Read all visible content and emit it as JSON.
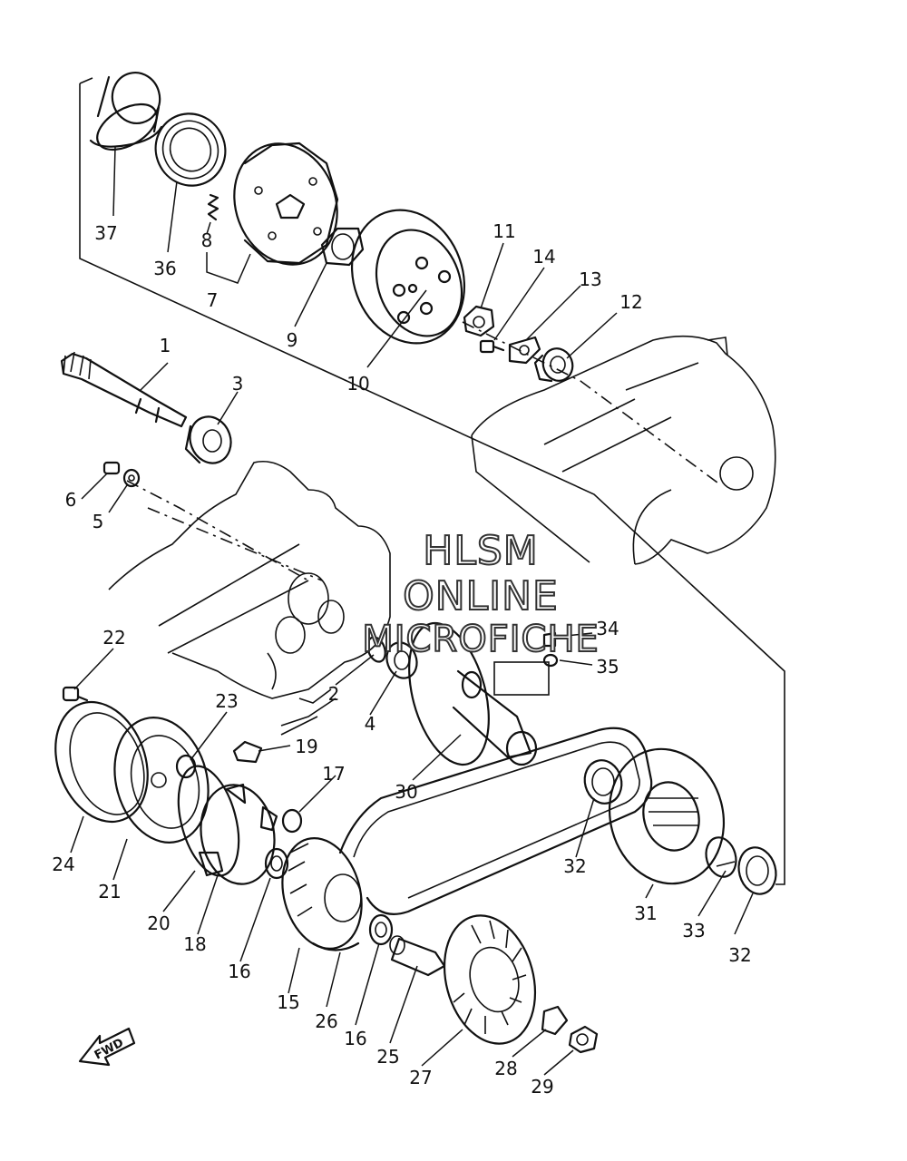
{
  "watermark": {
    "line1": "HLSM",
    "line2": "ONLINE",
    "line3": "MICROFICHE"
  },
  "fwd_label": "FWD",
  "callouts": [
    {
      "id": "1",
      "label": "1"
    },
    {
      "id": "2",
      "label": "2"
    },
    {
      "id": "3",
      "label": "3"
    },
    {
      "id": "4",
      "label": "4"
    },
    {
      "id": "5",
      "label": "5"
    },
    {
      "id": "6",
      "label": "6"
    },
    {
      "id": "7",
      "label": "7"
    },
    {
      "id": "8",
      "label": "8"
    },
    {
      "id": "9",
      "label": "9"
    },
    {
      "id": "10",
      "label": "10"
    },
    {
      "id": "11",
      "label": "11"
    },
    {
      "id": "12",
      "label": "12"
    },
    {
      "id": "13",
      "label": "13"
    },
    {
      "id": "14",
      "label": "14"
    },
    {
      "id": "15",
      "label": "15"
    },
    {
      "id": "16a",
      "label": "16"
    },
    {
      "id": "16b",
      "label": "16"
    },
    {
      "id": "17",
      "label": "17"
    },
    {
      "id": "18",
      "label": "18"
    },
    {
      "id": "19",
      "label": "19"
    },
    {
      "id": "20",
      "label": "20"
    },
    {
      "id": "21",
      "label": "21"
    },
    {
      "id": "22",
      "label": "22"
    },
    {
      "id": "23",
      "label": "23"
    },
    {
      "id": "24",
      "label": "24"
    },
    {
      "id": "25",
      "label": "25"
    },
    {
      "id": "26",
      "label": "26"
    },
    {
      "id": "27",
      "label": "27"
    },
    {
      "id": "28",
      "label": "28"
    },
    {
      "id": "29",
      "label": "29"
    },
    {
      "id": "30",
      "label": "30"
    },
    {
      "id": "31",
      "label": "31"
    },
    {
      "id": "32a",
      "label": "32"
    },
    {
      "id": "32b",
      "label": "32"
    },
    {
      "id": "33",
      "label": "33"
    },
    {
      "id": "34",
      "label": "34"
    },
    {
      "id": "35",
      "label": "35"
    },
    {
      "id": "36",
      "label": "36"
    },
    {
      "id": "37",
      "label": "37"
    }
  ]
}
